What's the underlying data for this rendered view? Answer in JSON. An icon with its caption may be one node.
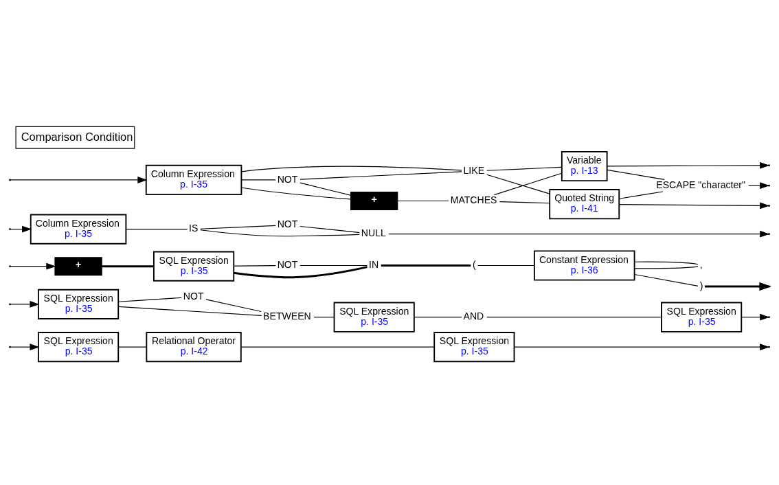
{
  "diagram": {
    "title": "Comparison Condition",
    "nodes": [
      {
        "text": [
          "SQL Expression",
          "p. I-35"
        ]
      },
      {
        "text": [
          "Relational Operator",
          "p. I-42"
        ]
      },
      {
        "text": [
          "SQL Expression",
          "p. I-35"
        ]
      },
      {
        "text": [
          "SQL Expression",
          "p. I-35"
        ]
      },
      {
        "text": [
          "NOT"
        ]
      },
      {
        "text": [
          "BETWEEN"
        ]
      },
      {
        "text": [
          "SQL Expression",
          "p. I-35"
        ]
      },
      {
        "text": [
          "AND"
        ]
      },
      {
        "text": [
          "SQL Expression",
          "p. I-35"
        ]
      },
      {
        "text": [
          "+"
        ]
      },
      {
        "text": [
          "SQL Expression",
          "p. I-35"
        ]
      },
      {
        "text": [
          "NOT"
        ]
      },
      {
        "text": [
          "IN"
        ]
      },
      {
        "text": [
          "("
        ]
      },
      {
        "text": [
          ","
        ]
      },
      {
        "text": [
          "Constant Expression",
          "p. I-36"
        ]
      },
      {
        "text": [
          ")"
        ]
      },
      {
        "text": [
          "Column Expression",
          "p. I-35"
        ]
      },
      {
        "text": [
          "IS"
        ]
      },
      {
        "text": [
          "NOT"
        ]
      },
      {
        "text": [
          "NULL"
        ]
      },
      {
        "text": [
          "Column Expression",
          "p. I-35"
        ]
      },
      {
        "text": [
          "NOT"
        ]
      },
      {
        "text": [
          "LIKE"
        ]
      },
      {
        "text": [
          "+"
        ]
      },
      {
        "text": [
          "MATCHES"
        ]
      },
      {
        "text": [
          "Quoted String",
          "p. I-41"
        ]
      },
      {
        "text": [
          "Variable",
          "p. I-13"
        ]
      },
      {
        "text": [
          "ESCAPE \"character\""
        ]
      }
    ],
    "edges": [
      {
        "from": null,
        "to": 0,
        "arrow": "to"
      },
      {
        "from": 0,
        "to": 1,
        "arrow": "none"
      },
      {
        "from": 1,
        "to": 2,
        "arrow": "none"
      },
      {
        "from": 2,
        "to": null,
        "arrow": "to"
      },
      {
        "from": null,
        "to": 3,
        "arrow": "to"
      },
      {
        "from": 3,
        "to": 4,
        "arrow": "none"
      },
      {
        "from": 3,
        "to": 5,
        "arrow": "none"
      },
      {
        "from": 4,
        "to": 5,
        "arrow": "none"
      },
      {
        "from": 5,
        "to": 6,
        "arrow": "none"
      },
      {
        "from": 6,
        "to": 7,
        "arrow": "none"
      },
      {
        "from": 7,
        "to": 8,
        "arrow": "none"
      },
      {
        "from": 8,
        "to": null,
        "arrow": "to"
      },
      {
        "from": null,
        "to": 9,
        "arrow": "to"
      },
      {
        "from": 9,
        "to": 10,
        "arrow": "none",
        "style": "thick"
      },
      {
        "from": 10,
        "to": 11,
        "arrow": "none"
      },
      {
        "from": 10,
        "to": 12,
        "arrow": "none",
        "style": "thick"
      },
      {
        "from": 11,
        "to": 12,
        "arrow": "none"
      },
      {
        "from": 12,
        "to": 13,
        "arrow": "none",
        "style": "thick"
      },
      {
        "from": 13,
        "to": 15,
        "arrow": "none"
      },
      {
        "from": 15,
        "to": 14,
        "arrow": "none"
      },
      {
        "from": 14,
        "to": 15,
        "arrow": "none"
      },
      {
        "from": 15,
        "to": 16,
        "arrow": "none"
      },
      {
        "from": 16,
        "to": null,
        "arrow": "to",
        "style": "thick"
      },
      {
        "from": null,
        "to": 17,
        "arrow": "to"
      },
      {
        "from": 17,
        "to": 18,
        "arrow": "none"
      },
      {
        "from": 18,
        "to": 19,
        "arrow": "none"
      },
      {
        "from": 18,
        "to": 20,
        "arrow": "none"
      },
      {
        "from": 19,
        "to": 20,
        "arrow": "none"
      },
      {
        "from": 20,
        "to": null,
        "arrow": "to"
      },
      {
        "from": null,
        "to": 21,
        "arrow": "to"
      },
      {
        "from": 21,
        "to": 22,
        "arrow": "none"
      },
      {
        "from": 21,
        "to": 23,
        "arrow": "none"
      },
      {
        "from": 22,
        "to": 23,
        "arrow": "none"
      },
      {
        "from": 21,
        "to": 24,
        "arrow": "none"
      },
      {
        "from": 22,
        "to": 24,
        "arrow": "none"
      },
      {
        "from": 24,
        "to": 25,
        "arrow": "none"
      },
      {
        "from": 23,
        "to": 26,
        "arrow": "none"
      },
      {
        "from": 23,
        "to": 27,
        "arrow": "none"
      },
      {
        "from": 25,
        "to": 26,
        "arrow": "none"
      },
      {
        "from": 25,
        "to": 27,
        "arrow": "none"
      },
      {
        "from": 26,
        "to": 28,
        "arrow": "none"
      },
      {
        "from": 27,
        "to": 28,
        "arrow": "none"
      },
      {
        "from": 26,
        "to": null,
        "arrow": "to"
      },
      {
        "from": 27,
        "to": null,
        "arrow": "to"
      },
      {
        "from": 28,
        "to": null,
        "arrow": "to"
      }
    ]
  }
}
